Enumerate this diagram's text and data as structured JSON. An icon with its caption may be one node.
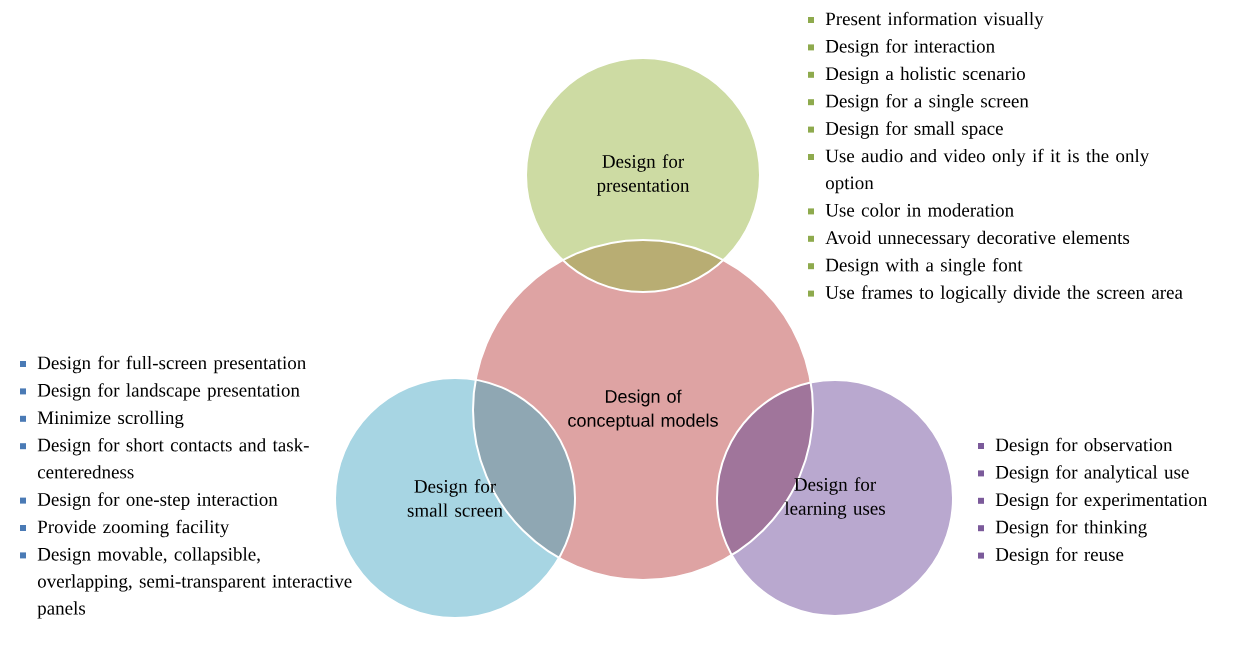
{
  "diagram": {
    "nodes": [
      {
        "text": [
          "Design for presentation"
        ],
        "beside": [
          "Present information visually",
          "Design for interaction",
          "Design a holistic scenario",
          "Design for a single screen",
          "Design for small space",
          "Use audio and video only if it is the only option",
          "Use color in moderation",
          "Avoid unnecessary decorative elements",
          "Design with a single font",
          "Use frames to logically divide the screen area"
        ]
      },
      {
        "text": [
          "Design of conceptual models"
        ]
      },
      {
        "text": [
          "Design for small screen"
        ],
        "beside": [
          "Design for full-screen presentation",
          "Design for landscape presentation",
          "Minimize scrolling",
          "Design for short contacts and task-centeredness",
          "Design for one-step interaction",
          "Provide zooming facility",
          "Design movable, collapsible, overlapping, semi-transparent interactive panels"
        ]
      },
      {
        "text": [
          "Design for learning uses"
        ],
        "beside": [
          "Design for observation",
          "Design for analytical use",
          "Design for experimentation",
          "Design for thinking",
          "Design for reuse"
        ]
      }
    ]
  }
}
